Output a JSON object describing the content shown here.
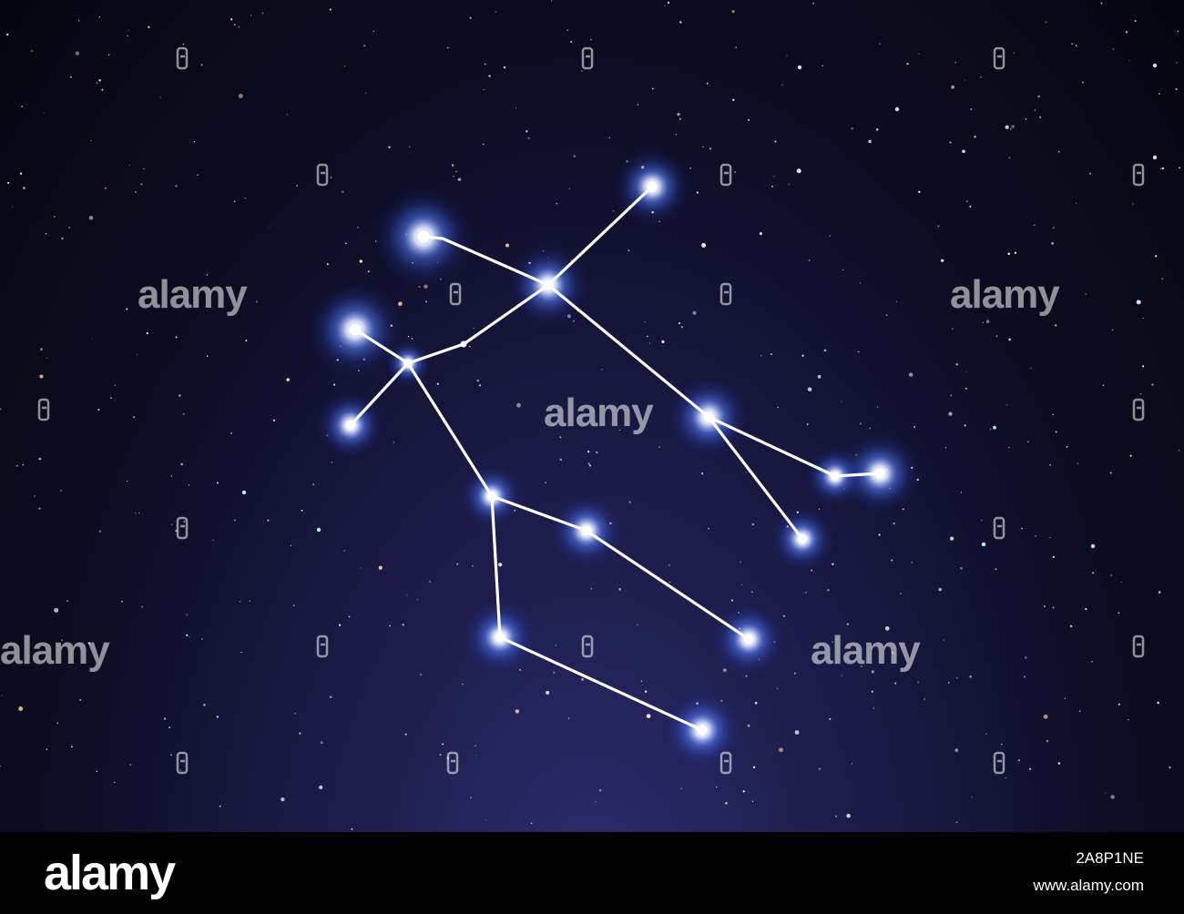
{
  "image": {
    "subject": "Gemini constellation",
    "colors": {
      "sky_deep": "#06060f",
      "sky_glow": "#2c2d6e",
      "star_glow": "#3f6bff",
      "line": "#ffffff",
      "footer_bg": "#000000",
      "footer_text": "#ffffff"
    }
  },
  "watermark": {
    "text": "alamy"
  },
  "footer": {
    "logo": "alamy",
    "image_id": "2A8P1NE",
    "url": "www.alamy.com"
  }
}
